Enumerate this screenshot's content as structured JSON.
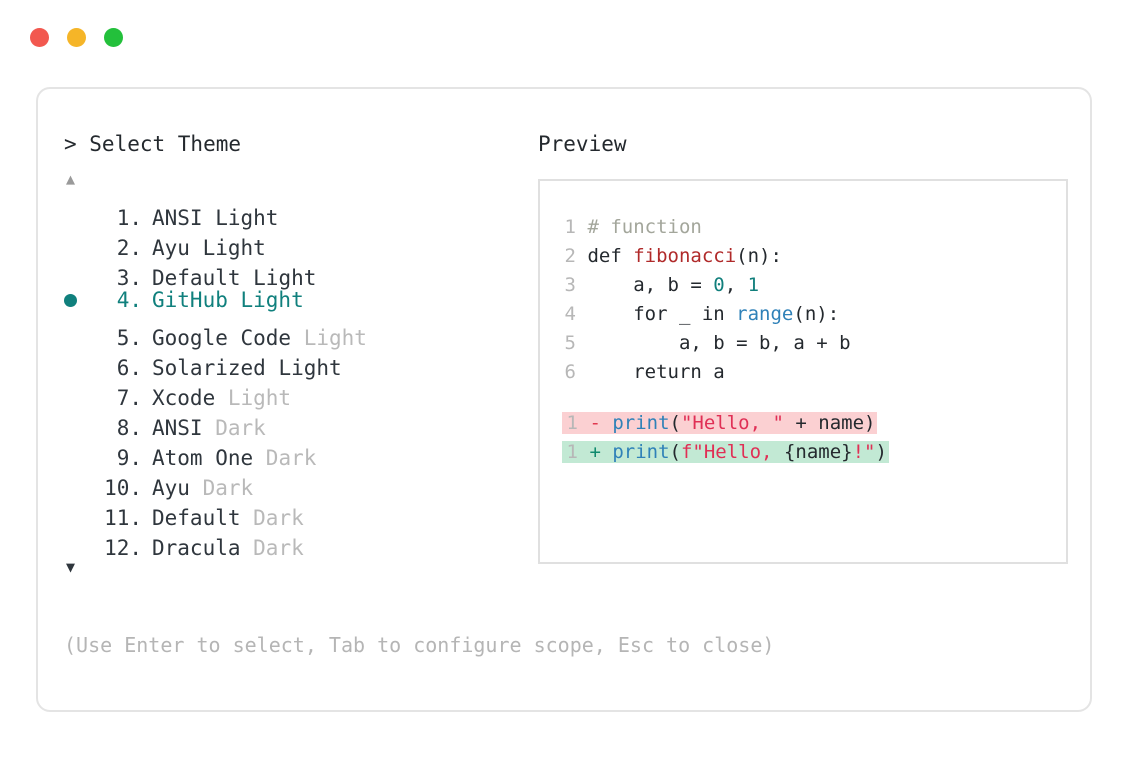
{
  "window": {
    "dots": [
      {
        "name": "close",
        "color": "#f2584f"
      },
      {
        "name": "minimize",
        "color": "#f5b528"
      },
      {
        "name": "maximize",
        "color": "#23c03b"
      }
    ]
  },
  "prompt": {
    "title": "> Select Theme",
    "scroll_up": "▲",
    "scroll_down": "▼",
    "hint": "(Use Enter to select, Tab to configure scope, Esc to close)"
  },
  "themes": [
    {
      "index": " 1.",
      "name": "ANSI",
      "variant": "Light",
      "variant_gray": false,
      "selected": false
    },
    {
      "index": " 2.",
      "name": "Ayu",
      "variant": "Light",
      "variant_gray": false,
      "selected": false
    },
    {
      "index": " 3.",
      "name": "Default",
      "variant": "Light",
      "variant_gray": false,
      "selected": false
    },
    {
      "index": " 4.",
      "name": "GitHub",
      "variant": "Light",
      "variant_gray": false,
      "selected": true
    },
    {
      "index": " 5.",
      "name": "Google Code",
      "variant": "Light",
      "variant_gray": true,
      "selected": false
    },
    {
      "index": " 6.",
      "name": "Solarized",
      "variant": "Light",
      "variant_gray": false,
      "selected": false
    },
    {
      "index": " 7.",
      "name": "Xcode",
      "variant": "Light",
      "variant_gray": true,
      "selected": false
    },
    {
      "index": " 8.",
      "name": "ANSI",
      "variant": "Dark",
      "variant_gray": true,
      "selected": false
    },
    {
      "index": " 9.",
      "name": "Atom One",
      "variant": "Dark",
      "variant_gray": true,
      "selected": false
    },
    {
      "index": "10.",
      "name": "Ayu",
      "variant": "Dark",
      "variant_gray": true,
      "selected": false
    },
    {
      "index": "11.",
      "name": "Default",
      "variant": "Dark",
      "variant_gray": true,
      "selected": false
    },
    {
      "index": "12.",
      "name": "Dracula",
      "variant": "Dark",
      "variant_gray": true,
      "selected": false
    }
  ],
  "preview": {
    "title": "Preview",
    "code": [
      {
        "ln": "1",
        "tokens": [
          {
            "t": "# function",
            "c": "comment"
          }
        ]
      },
      {
        "ln": "2",
        "tokens": [
          {
            "t": "def ",
            "c": "kw"
          },
          {
            "t": "fibonacci",
            "c": "fn"
          },
          {
            "t": "(n):",
            "c": "plain"
          }
        ]
      },
      {
        "ln": "3",
        "tokens": [
          {
            "t": "    a, b = ",
            "c": "plain"
          },
          {
            "t": "0",
            "c": "num"
          },
          {
            "t": ", ",
            "c": "plain"
          },
          {
            "t": "1",
            "c": "num"
          }
        ]
      },
      {
        "ln": "4",
        "tokens": [
          {
            "t": "    for _ in ",
            "c": "plain"
          },
          {
            "t": "range",
            "c": "builtin"
          },
          {
            "t": "(n):",
            "c": "plain"
          }
        ]
      },
      {
        "ln": "5",
        "tokens": [
          {
            "t": "        a, b = b, a + b",
            "c": "plain"
          }
        ]
      },
      {
        "ln": "6",
        "tokens": [
          {
            "t": "    return a",
            "c": "plain"
          }
        ]
      }
    ],
    "diff": [
      {
        "ln": "1",
        "kind": "del",
        "sign": "-",
        "tokens": [
          {
            "t": "print",
            "c": "call"
          },
          {
            "t": "(",
            "c": "plain"
          },
          {
            "t": "\"Hello, \"",
            "c": "str"
          },
          {
            "t": " + name)",
            "c": "plain"
          }
        ]
      },
      {
        "ln": "1",
        "kind": "add",
        "sign": "+",
        "tokens": [
          {
            "t": "print",
            "c": "call"
          },
          {
            "t": "(",
            "c": "plain"
          },
          {
            "t": "f\"Hello, ",
            "c": "str"
          },
          {
            "t": "{name}",
            "c": "plain"
          },
          {
            "t": "!\"",
            "c": "str"
          },
          {
            "t": ")",
            "c": "plain"
          }
        ]
      }
    ]
  },
  "colors": {
    "accent_teal": "#10807d",
    "diff_del_bg": "#fbd0d2",
    "diff_add_bg": "#c2e9d4",
    "card_border": "#e4e4e4",
    "muted_text": "#b9b9b9"
  }
}
